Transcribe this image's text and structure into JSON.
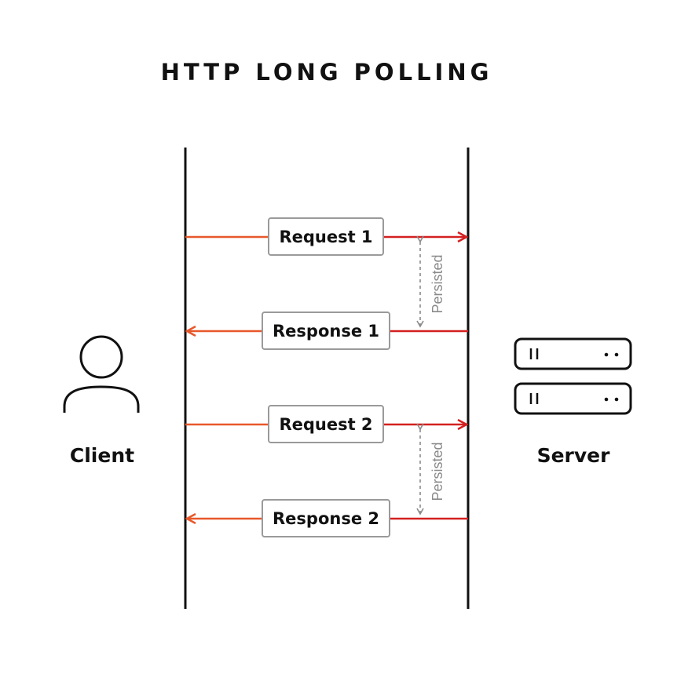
{
  "title": "HTTP LONG POLLING",
  "actors": {
    "client": {
      "label": "Client",
      "icon": "user-icon"
    },
    "server": {
      "label": "Server",
      "icon": "server-icon"
    }
  },
  "messages": [
    {
      "label": "Request 1",
      "direction": "client-to-server"
    },
    {
      "label": "Response 1",
      "direction": "server-to-client"
    },
    {
      "label": "Request 2",
      "direction": "client-to-server"
    },
    {
      "label": "Response 2",
      "direction": "server-to-client"
    }
  ],
  "persisted": [
    {
      "label": "Persisted"
    },
    {
      "label": "Persisted"
    }
  ],
  "colors": {
    "client_side_arrow": "#E8582A",
    "server_side_arrow": "#D42020",
    "lifeline": "#111111",
    "persisted": "#8a8a8a"
  }
}
